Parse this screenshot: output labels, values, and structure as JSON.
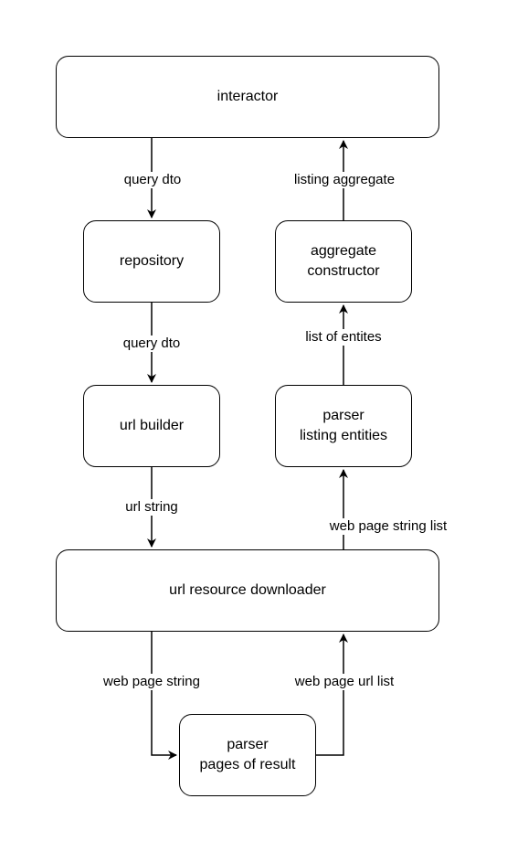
{
  "nodes": {
    "interactor": "interactor",
    "repository": "repository",
    "url_builder": "url builder",
    "url_resource_downloader": "url resource downloader",
    "parser_pages_of_result": "parser\npages of result",
    "parser_listing_entities": "parser\nlisting entities",
    "aggregate_constructor": "aggregate\nconstructor"
  },
  "edges": {
    "interactor_to_repository": "query dto",
    "repository_to_url_builder": "query dto",
    "url_builder_to_downloader": "url string",
    "downloader_to_parser_pages": "web page string",
    "parser_pages_to_downloader": "web page url list",
    "downloader_to_parser_listing": "web page string list",
    "parser_listing_to_aggregate": "list of entites",
    "aggregate_to_interactor": "listing aggregate"
  }
}
